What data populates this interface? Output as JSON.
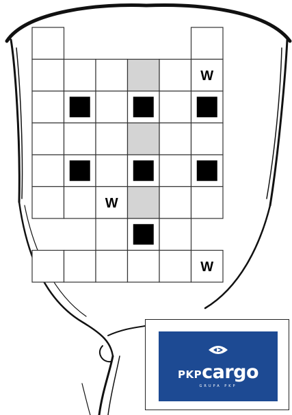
{
  "title": "",
  "puzzle": {
    "rows": 8,
    "cols": 6,
    "cells": [
      [
        1,
        0,
        0,
        0,
        0,
        1
      ],
      [
        1,
        1,
        1,
        1,
        1,
        1
      ],
      [
        1,
        1,
        1,
        1,
        1,
        1
      ],
      [
        1,
        1,
        1,
        1,
        1,
        1
      ],
      [
        1,
        1,
        1,
        1,
        1,
        1
      ],
      [
        1,
        1,
        1,
        1,
        1,
        1
      ],
      [
        0,
        0,
        1,
        1,
        1,
        0
      ],
      [
        1,
        1,
        1,
        1,
        1,
        1
      ]
    ],
    "black_cells": [
      [
        2,
        1
      ],
      [
        2,
        3
      ],
      [
        2,
        5
      ],
      [
        4,
        1
      ],
      [
        4,
        3
      ],
      [
        4,
        5
      ],
      [
        6,
        3
      ]
    ],
    "shaded_cells": [
      [
        1,
        3
      ],
      [
        3,
        3
      ],
      [
        5,
        3
      ]
    ],
    "letters": [
      {
        "row": 1,
        "col": 5,
        "text": "W"
      },
      {
        "row": 5,
        "col": 2,
        "text": "W"
      },
      {
        "row": 7,
        "col": 5,
        "text": "W"
      }
    ],
    "colors": {
      "grid_line": "#333333",
      "black": "#000000",
      "shaded": "#d4d4d4",
      "cell": "#ffffff"
    }
  },
  "logo": {
    "brand_prefix": "PKP",
    "brand_name": "cargo",
    "tagline": "GRUPA PKP",
    "colors": {
      "background": "#1d4a93",
      "text": "#ffffff"
    }
  }
}
